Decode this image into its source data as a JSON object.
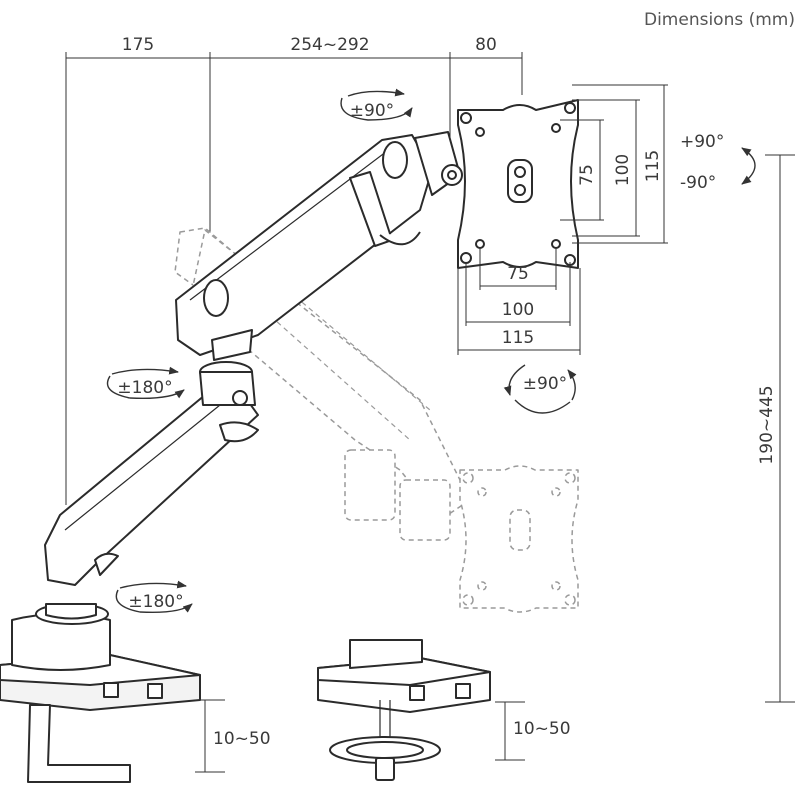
{
  "title": "Dimensions (mm)",
  "dimensions": {
    "top_left": "175",
    "top_middle": "254~292",
    "top_right": "80",
    "vesa_vertical_inner": "75",
    "vesa_vertical_middle": "100",
    "vesa_vertical_outer": "115",
    "vesa_horizontal_inner": "75",
    "vesa_horizontal_middle": "100",
    "vesa_horizontal_outer": "115",
    "height_range": "190~445",
    "clamp_thickness_left": "10~50",
    "clamp_thickness_right": "10~50"
  },
  "rotations": {
    "head_swivel": "±90°",
    "tilt_up": "+90°",
    "tilt_down": "-90°",
    "plate_rotation": "±90°",
    "elbow_swivel": "±180°",
    "base_swivel": "±180°"
  }
}
